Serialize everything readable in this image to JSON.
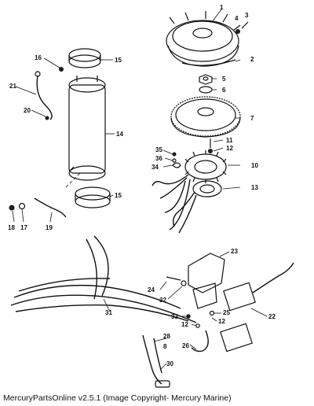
{
  "callouts": {
    "c1": "1",
    "c2": "2",
    "c3": "3",
    "c4": "4",
    "c5": "5",
    "c6": "6",
    "c7": "7",
    "c8": "8",
    "c10": "10",
    "c11": "11",
    "c12": "12",
    "c12b": "12",
    "c12c": "12",
    "c13": "13",
    "c14": "14",
    "c15": "15",
    "c15b": "15",
    "c16": "16",
    "c17": "17",
    "c18": "18",
    "c19": "19",
    "c20": "20",
    "c21": "21",
    "c22": "22",
    "c23": "23",
    "c24": "24",
    "c25": "25",
    "c26": "26",
    "c28": "28",
    "c30": "30",
    "c31": "31",
    "c32": "32",
    "c33": "33",
    "c34": "34",
    "c35": "35",
    "c36": "36"
  },
  "footer": "MercuryPartsOnline v2.5.1 (Image Copyright- Mercury Marine)"
}
